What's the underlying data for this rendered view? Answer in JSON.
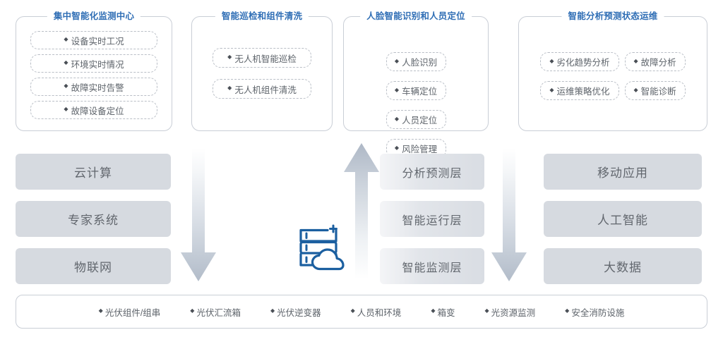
{
  "diagram": {
    "bullet_glyph": "◆",
    "accent_color": "#2f6eb5",
    "box_color": "#d6dae0",
    "text_color": "#5d636a",
    "panels": [
      {
        "title": "集中智能化监测中心",
        "items": [
          "设备实时工况",
          "环境实时情况",
          "故障实时告警",
          "故障设备定位"
        ]
      },
      {
        "title": "智能巡检和组件清洗",
        "items": [
          "无人机智能巡检",
          "无人机组件清洗"
        ]
      },
      {
        "title": "人脸智能识别和人员定位",
        "items": [
          "人脸识别",
          "车辆定位",
          "人员定位",
          "风险管理"
        ]
      },
      {
        "title": "智能分析预测状态运维",
        "items": [
          "劣化趋势分析",
          "故障分析",
          "运维策略优化",
          "智能诊断"
        ]
      }
    ],
    "stack_left": [
      "云计算",
      "专家系统",
      "物联网"
    ],
    "stack_middle": [
      "分析预测层",
      "智能运行层",
      "智能监测层"
    ],
    "stack_right": [
      "移动应用",
      "人工智能",
      "大数据"
    ],
    "bottom_items": [
      "光伏组件/组串",
      "光伏汇流箱",
      "光伏逆变器",
      "人员和环境",
      "箱变",
      "光资源监测",
      "安全消防设施"
    ]
  }
}
